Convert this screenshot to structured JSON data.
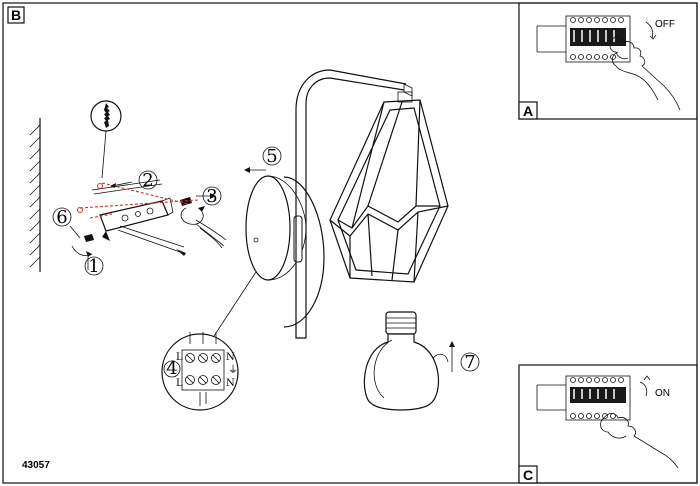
{
  "panels": {
    "main": {
      "letter": "B"
    },
    "top_right": {
      "letter": "A",
      "state": "OFF"
    },
    "bottom_right": {
      "letter": "C",
      "state": "ON"
    }
  },
  "steps": [
    "1",
    "2",
    "3",
    "4",
    "5",
    "6",
    "7"
  ],
  "terminal_labels": {
    "top": [
      "L",
      "N"
    ],
    "bottom": [
      "L",
      "N"
    ],
    "ground_symbol": "⏚"
  },
  "product_code": "43057"
}
